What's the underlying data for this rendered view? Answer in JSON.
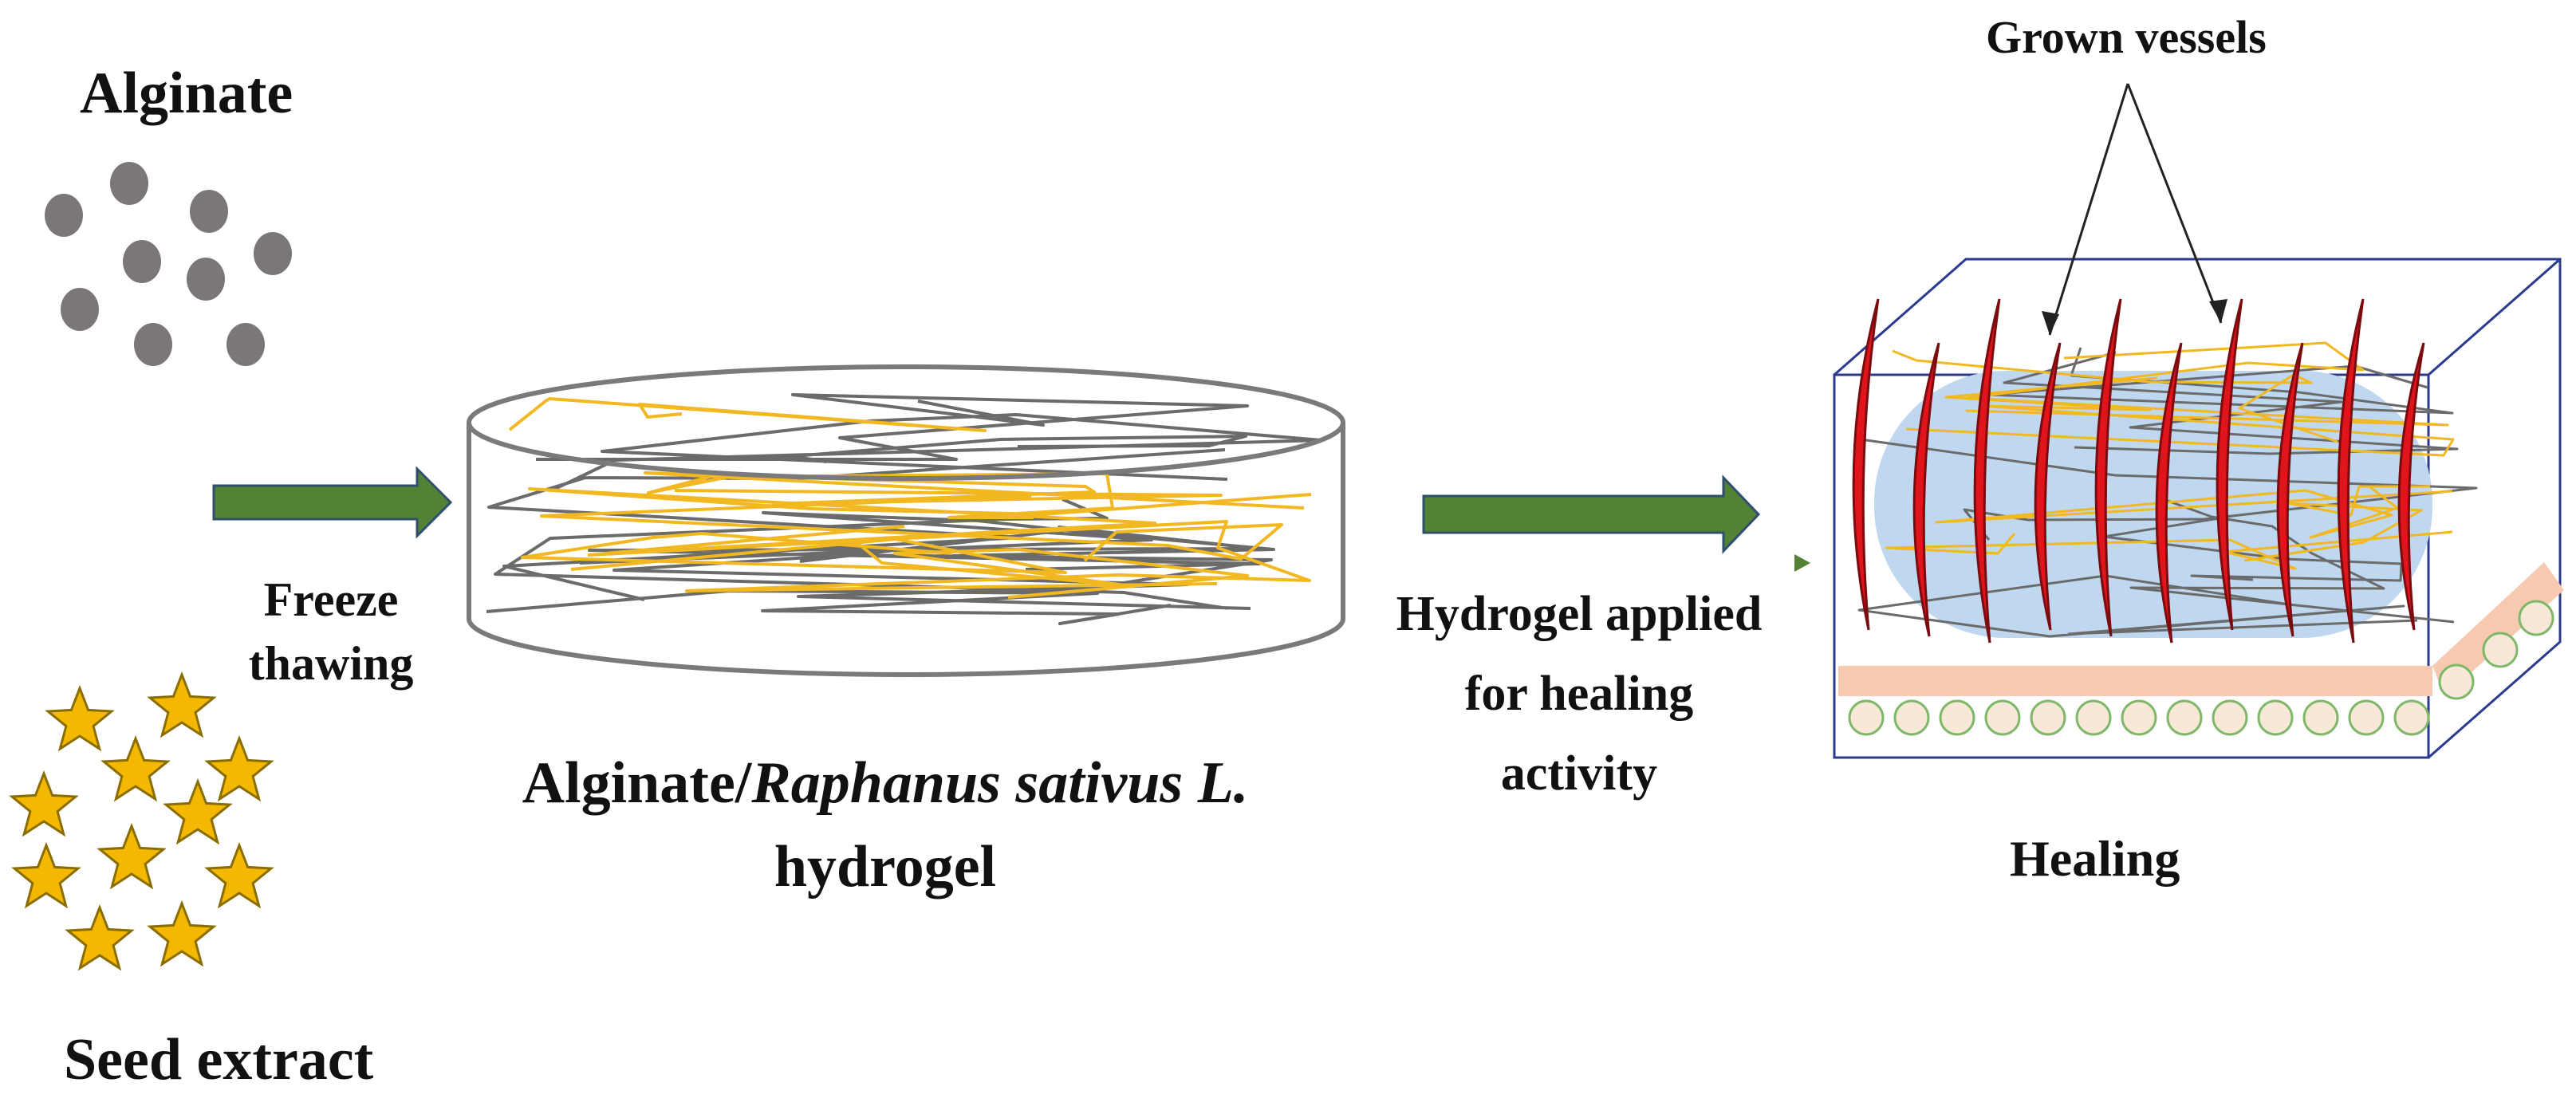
{
  "labels": {
    "alginate": "Alginate",
    "seed_extract": "Seed extract",
    "freeze_thawing_line1": "Freeze",
    "freeze_thawing_line2": "thawing",
    "product_prefix": "Alginate/",
    "product_species": "Raphanus sativus L.",
    "product_suffix": "hydrogel",
    "applied_line1": "Hydrogel applied",
    "applied_line2": "for healing",
    "applied_line3": "activity",
    "healing": "Healing",
    "grown_vessels": "Grown vessels"
  },
  "colors": {
    "alginate_particle": "#7b7778",
    "star_fill": "#f5b800",
    "star_stroke": "#8a6d00",
    "arrow_green": "#548235",
    "arrow_edge": "#2f4f6f",
    "fiber_gray": "#6b6b6b",
    "fiber_yellow": "#f2b822",
    "gel_blue": "#bfd8f0",
    "vessel_red": "#e0141b",
    "skin_layer": "#f7c9b0",
    "cell_fill": "#f7e8d8",
    "cell_stroke": "#7fb86a",
    "box_edge": "#2b3a8c"
  },
  "icons": {
    "alginate": "gray-dot-icon",
    "seed_extract": "yellow-star-icon",
    "process_arrow": "green-arrow-icon"
  }
}
